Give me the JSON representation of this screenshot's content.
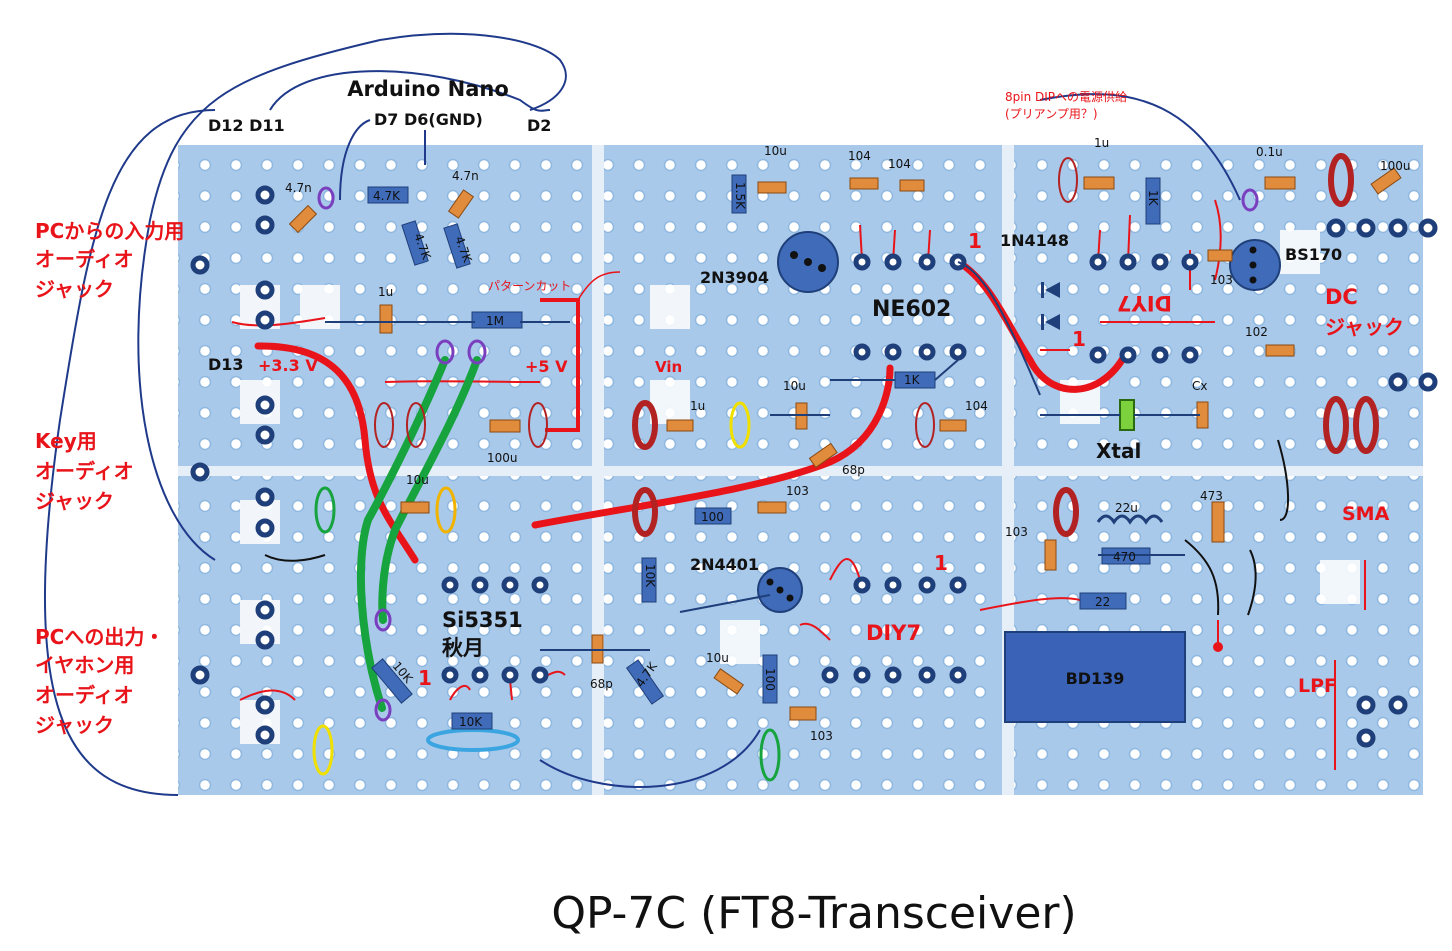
{
  "caption": "QP-7C (FT8-Transceiver)",
  "arduino": {
    "title": "Arduino Nano",
    "pins_left": "D12 D11",
    "pins_mid": "D7 D6(GND)",
    "pin_d2": "D2",
    "pin_d13": "D13"
  },
  "notes": {
    "dip_power_1": "8pin DIPへの電源供給",
    "dip_power_2": "(プリアンプ用？)",
    "pattern_cut": "パターンカット",
    "v33": "+3.3 V",
    "v5": "+5 V",
    "vin": "Vin"
  },
  "side_labels": {
    "pc_in": [
      "PCからの入力用",
      "オーディオ",
      "ジャック"
    ],
    "key": [
      "Key用",
      "オーディオ",
      "ジャック"
    ],
    "pc_out": [
      "PCへの出力・",
      "イヤホン用",
      "オーディオ",
      "ジャック"
    ],
    "dc": [
      "DC",
      "ジャック"
    ],
    "sma": "SMA",
    "lpf": "LPF",
    "diy7_mirror": "DIY7",
    "diy7": "DIY7"
  },
  "chips": {
    "ne602": "NE602",
    "si5351_1": "Si5351",
    "si5351_2": "秋月",
    "n3904": "2N3904",
    "n4401": "2N4401",
    "bs170": "BS170",
    "n4148": "1N4148",
    "xtal": "Xtal",
    "bd139": "BD139"
  },
  "components": {
    "c47n_a": "4.7n",
    "r47k_h": "4.7K",
    "c47n_b": "4.7n",
    "r47k_v1": "4.7K",
    "r47k_v2": "4.7K",
    "c1u_a": "1u",
    "r1m": "1M",
    "c10u_a": "10u",
    "c100u_a": "100u",
    "c10u_b": "10u",
    "r15k": "1.5K",
    "c104_a": "104",
    "c104_b": "104",
    "c10u_c": "10u",
    "r1k": "1K",
    "c1u_b": "1u",
    "c104_c": "104",
    "c68p_a": "68p",
    "c103_a": "103",
    "r100_a": "100",
    "r10k_a": "10K",
    "r47k_c": "4.7K",
    "c10u_d": "10u",
    "r100_b": "100",
    "c103_b": "103",
    "c68p_b": "68p",
    "r10k_b": "10K",
    "r10k_c": "10K",
    "c1u_c": "1u",
    "r1k_b": "1K",
    "c01u": "0.1u",
    "c100u_b": "100u",
    "c103_c": "103",
    "c102": "102",
    "cx": "Cx",
    "c22u": "22u",
    "r473": "473",
    "c103_d": "103",
    "r470": "470",
    "r22": "22"
  },
  "pin1": "1",
  "colors": {
    "board": "#8fb8e0",
    "pad_ring": "#1f3f7a",
    "resistor": "#3f6bb8",
    "capacitor": "#e08c3c",
    "annotation_red": "#e8141a",
    "wire_green": "#17a33e",
    "wire_navy": "#1f3a8a",
    "bd139": "#3a63b8"
  }
}
